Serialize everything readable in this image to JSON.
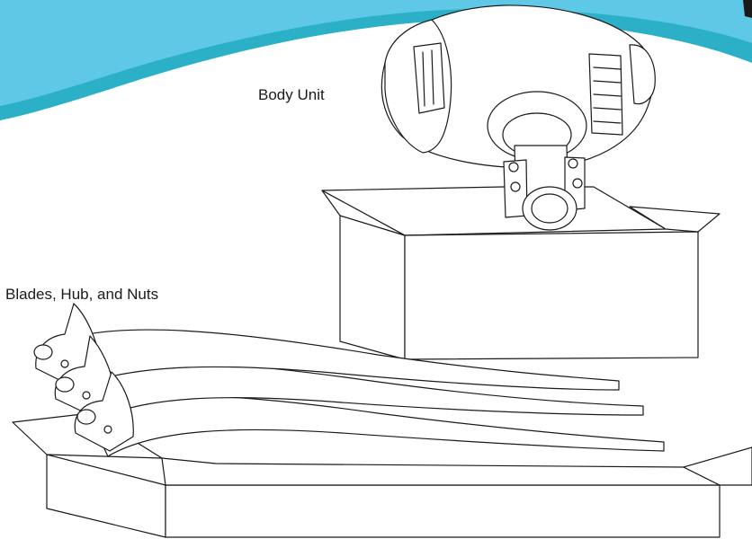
{
  "labels": {
    "body_unit": "Body Unit",
    "blades_hub_nuts": "Blades, Hub, and Nuts"
  },
  "colors": {
    "banner_light": "#5ec8e6",
    "banner_dark": "#2bb0c8",
    "line": "#1a1a1a"
  },
  "icons": [
    "body-unit-drawing",
    "blade-drawing",
    "shipping-box-drawing"
  ]
}
